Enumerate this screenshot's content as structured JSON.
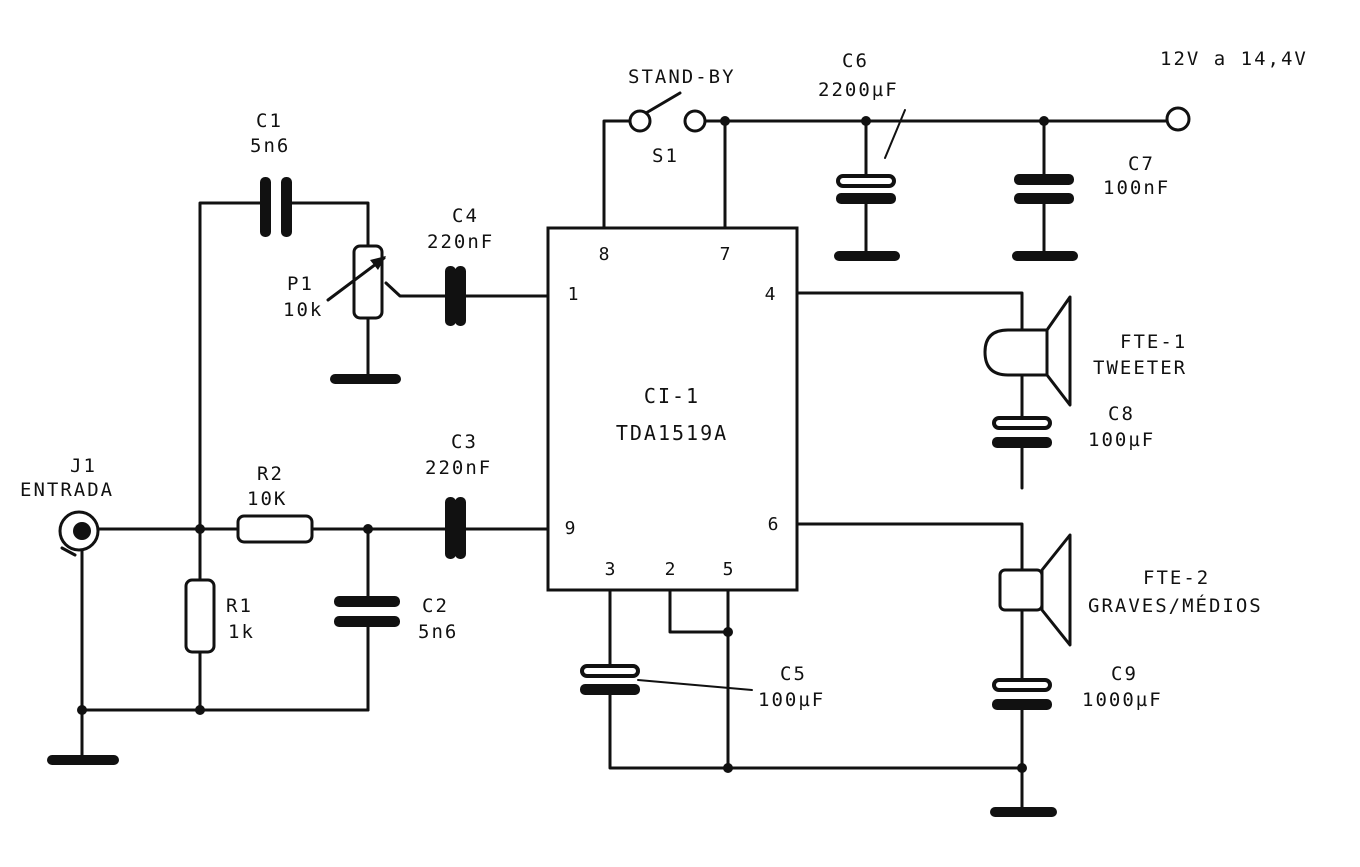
{
  "supply_label": "12V a 14,4V",
  "ic": {
    "ref": "CI-1",
    "part": "TDA1519A",
    "pins": {
      "p1": "1",
      "p2": "2",
      "p3": "3",
      "p4": "4",
      "p5": "5",
      "p6": "6",
      "p7": "7",
      "p8": "8",
      "p9": "9"
    }
  },
  "switch": {
    "name": "STAND-BY",
    "ref": "S1"
  },
  "input": {
    "ref": "J1",
    "name": "ENTRADA"
  },
  "components": {
    "c1": {
      "ref": "C1",
      "value": "5n6"
    },
    "c2": {
      "ref": "C2",
      "value": "5n6"
    },
    "c3": {
      "ref": "C3",
      "value": "220nF"
    },
    "c4": {
      "ref": "C4",
      "value": "220nF"
    },
    "c5": {
      "ref": "C5",
      "value": "100µF"
    },
    "c6": {
      "ref": "C6",
      "value": "2200µF"
    },
    "c7": {
      "ref": "C7",
      "value": "100nF"
    },
    "c8": {
      "ref": "C8",
      "value": "100µF"
    },
    "c9": {
      "ref": "C9",
      "value": "1000µF"
    },
    "r1": {
      "ref": "R1",
      "value": "1k"
    },
    "r2": {
      "ref": "R2",
      "value": "10K"
    },
    "p1": {
      "ref": "P1",
      "value": "10k"
    }
  },
  "speakers": {
    "fte1": {
      "ref": "FTE-1",
      "name": "TWEETER"
    },
    "fte2": {
      "ref": "FTE-2",
      "name": "GRAVES/MÉDIOS"
    }
  }
}
